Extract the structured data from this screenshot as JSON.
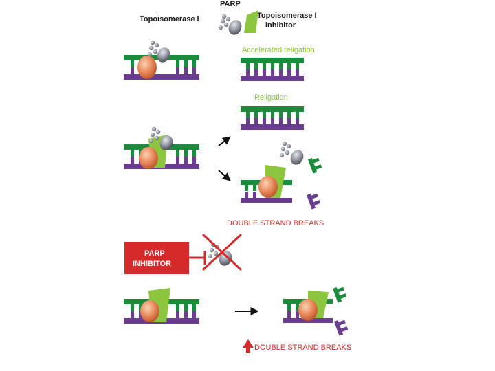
{
  "legend": {
    "topoisomerase": "Topoisomerase I",
    "parp": "PARP",
    "inhibitor_line1": "Topoisomerase I",
    "inhibitor_line2": "inhibitor"
  },
  "labels": {
    "accelerated_religation": "Accelerated religation",
    "religation": "Religation",
    "dsb1": "DOUBLE STRAND BREAKS",
    "dsb2": "DOUBLE STRAND BREAKS",
    "parp_inhibitor_line1": "PARP",
    "parp_inhibitor_line2": "INHIBITOR"
  },
  "colors": {
    "dna_top": "#1a8c3c",
    "dna_bottom": "#6a3d91",
    "inhibitor": "#8cc63f",
    "topo": "#e8875a",
    "parp": "#8a8f9a",
    "label_green": "#8cc63f",
    "label_red": "#d42a2a",
    "parp_box": "#d42a2a"
  }
}
